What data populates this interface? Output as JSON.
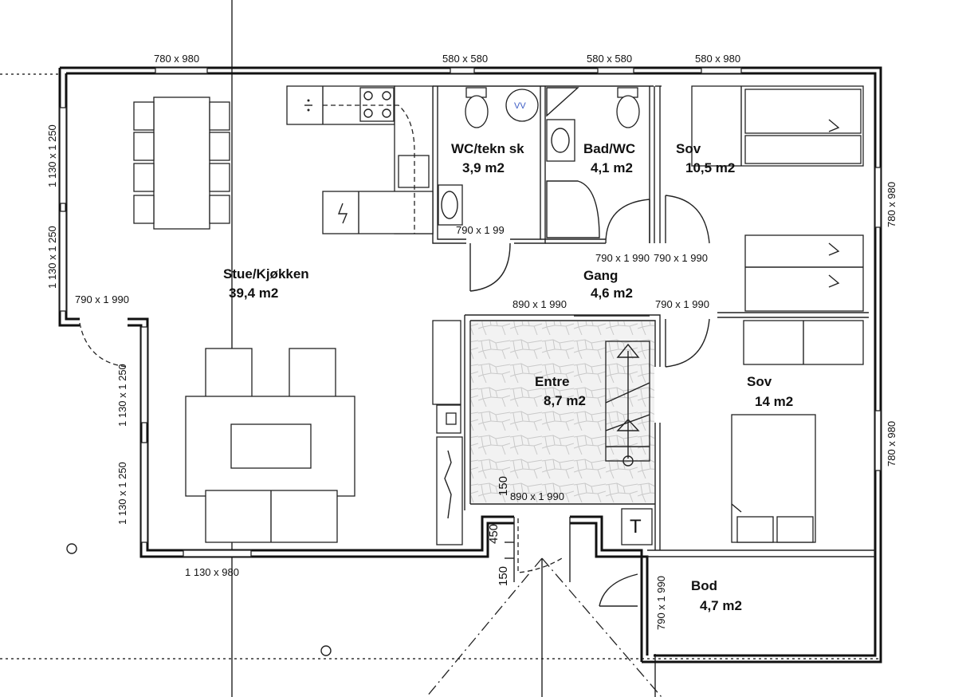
{
  "plan": {
    "rooms": [
      {
        "id": "stue",
        "name": "Stue/Kjøkken",
        "area": "39,4 m2"
      },
      {
        "id": "wc",
        "name": "WC/tekn sk",
        "area": "3,9 m2"
      },
      {
        "id": "bad",
        "name": "Bad/WC",
        "area": "4,1 m2"
      },
      {
        "id": "sov1",
        "name": "Sov",
        "area": "10,5 m2"
      },
      {
        "id": "gang",
        "name": "Gang",
        "area": "4,6 m2"
      },
      {
        "id": "entre",
        "name": "Entre",
        "area": "8,7 m2"
      },
      {
        "id": "sov2",
        "name": "Sov",
        "area": "14 m2"
      },
      {
        "id": "bod",
        "name": "Bod",
        "area": "4,7 m2"
      }
    ],
    "dimensions": {
      "win_top_stue": "780 x 980",
      "win_top_wc": "580 x 580",
      "win_top_bad": "580 x 580",
      "win_top_sov": "580 x 980",
      "win_left_1": "1 130 x 1 250",
      "win_left_2": "1 130 x 1 250",
      "door_terrace": "790 x 1 990",
      "win_left_3": "1 130 x 1 250",
      "win_left_4": "1 130 x 1 250",
      "win_bottom": "1 130 x 980",
      "door_wc": "790 x 1 99",
      "door_bad": "790 x 1 990",
      "door_sov1": "790 x 1 990",
      "door_entre_top": "890 x 1 990",
      "door_sov2": "790 x 1 990",
      "door_entre_bottom": "890 x 1 990",
      "door_bod": "790 x 1 990",
      "win_right_1": "780 x 980",
      "win_right_2": "780 x 980",
      "step_150_a": "150",
      "step_450": "450",
      "step_150_b": "150"
    },
    "symbols": {
      "vv": "VV",
      "t": "T"
    }
  }
}
